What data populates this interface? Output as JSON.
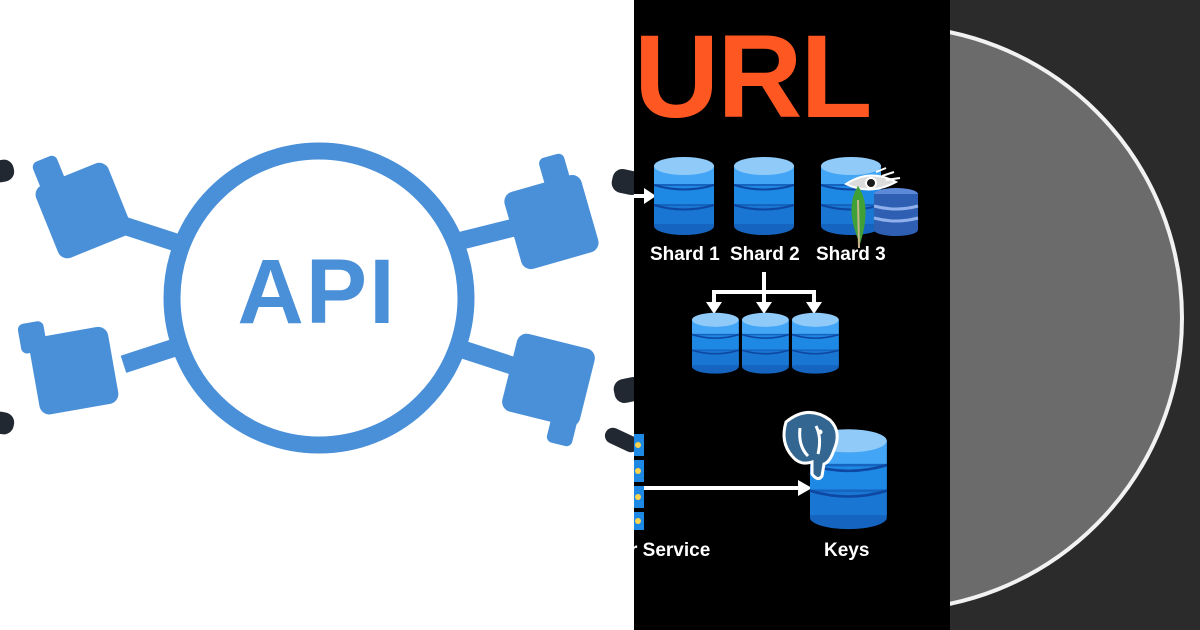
{
  "api_panel": {
    "label": "API",
    "accent_color": "#4a90d9",
    "icon": "api-connector-icon"
  },
  "url_panel": {
    "title": "URL",
    "title_color": "#ff5722",
    "shards": [
      {
        "label": "Shard 1"
      },
      {
        "label": "Shard 2"
      },
      {
        "label": "Shard 3"
      }
    ],
    "service_label": "r Service",
    "keys_label": "Keys",
    "database_color": "#1e88e5",
    "icons": [
      "database-icon",
      "mongodb-leaf-icon",
      "cassandra-eye-icon",
      "dynamodb-icon",
      "postgresql-elephant-icon",
      "server-rack-icon"
    ]
  },
  "disc_panel": {
    "background": "#2b2b2b",
    "disc_color": "#6b6b6b"
  }
}
